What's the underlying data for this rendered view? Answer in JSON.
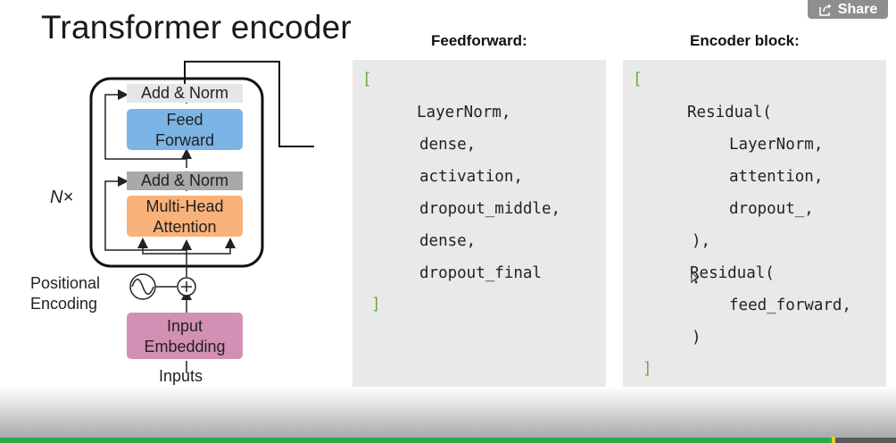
{
  "slide": {
    "title": "Transformer encoder",
    "share_label": "Share"
  },
  "diagram": {
    "add_norm_top": "Add & Norm",
    "feed_forward_line1": "Feed",
    "feed_forward_line2": "Forward",
    "add_norm_bottom": "Add & Norm",
    "attention_line1": "Multi-Head",
    "attention_line2": "Attention",
    "repeat_label": "N×",
    "positional_line1": "Positional",
    "positional_line2": "Encoding",
    "embedding_line1": "Input",
    "embedding_line2": "Embedding",
    "inputs_label": "Inputs",
    "colors": {
      "feed_forward": "#7db4e6",
      "attention": "#f9b27a",
      "embedding": "#d48fb4",
      "add_norm_top": "#e6e6e6",
      "add_norm_bottom": "#a9a9a9"
    }
  },
  "feedforward": {
    "heading": "Feedforward:",
    "open": "[",
    "lines": [
      "LayerNorm,",
      "dense,",
      "activation,",
      "dropout_middle,",
      "dense,",
      "dropout_final"
    ],
    "close": "]"
  },
  "encoder_block": {
    "heading": "Encoder block:",
    "open": "[",
    "residual1": "Residual(",
    "inner1": [
      "LayerNorm,",
      "attention,",
      "dropout_,"
    ],
    "close_residual1": "),",
    "residual2": "Residual(",
    "inner2": [
      "feed_forward,"
    ],
    "close_residual2": ")",
    "close": "]"
  },
  "video": {
    "progress_fraction": 0.93
  }
}
